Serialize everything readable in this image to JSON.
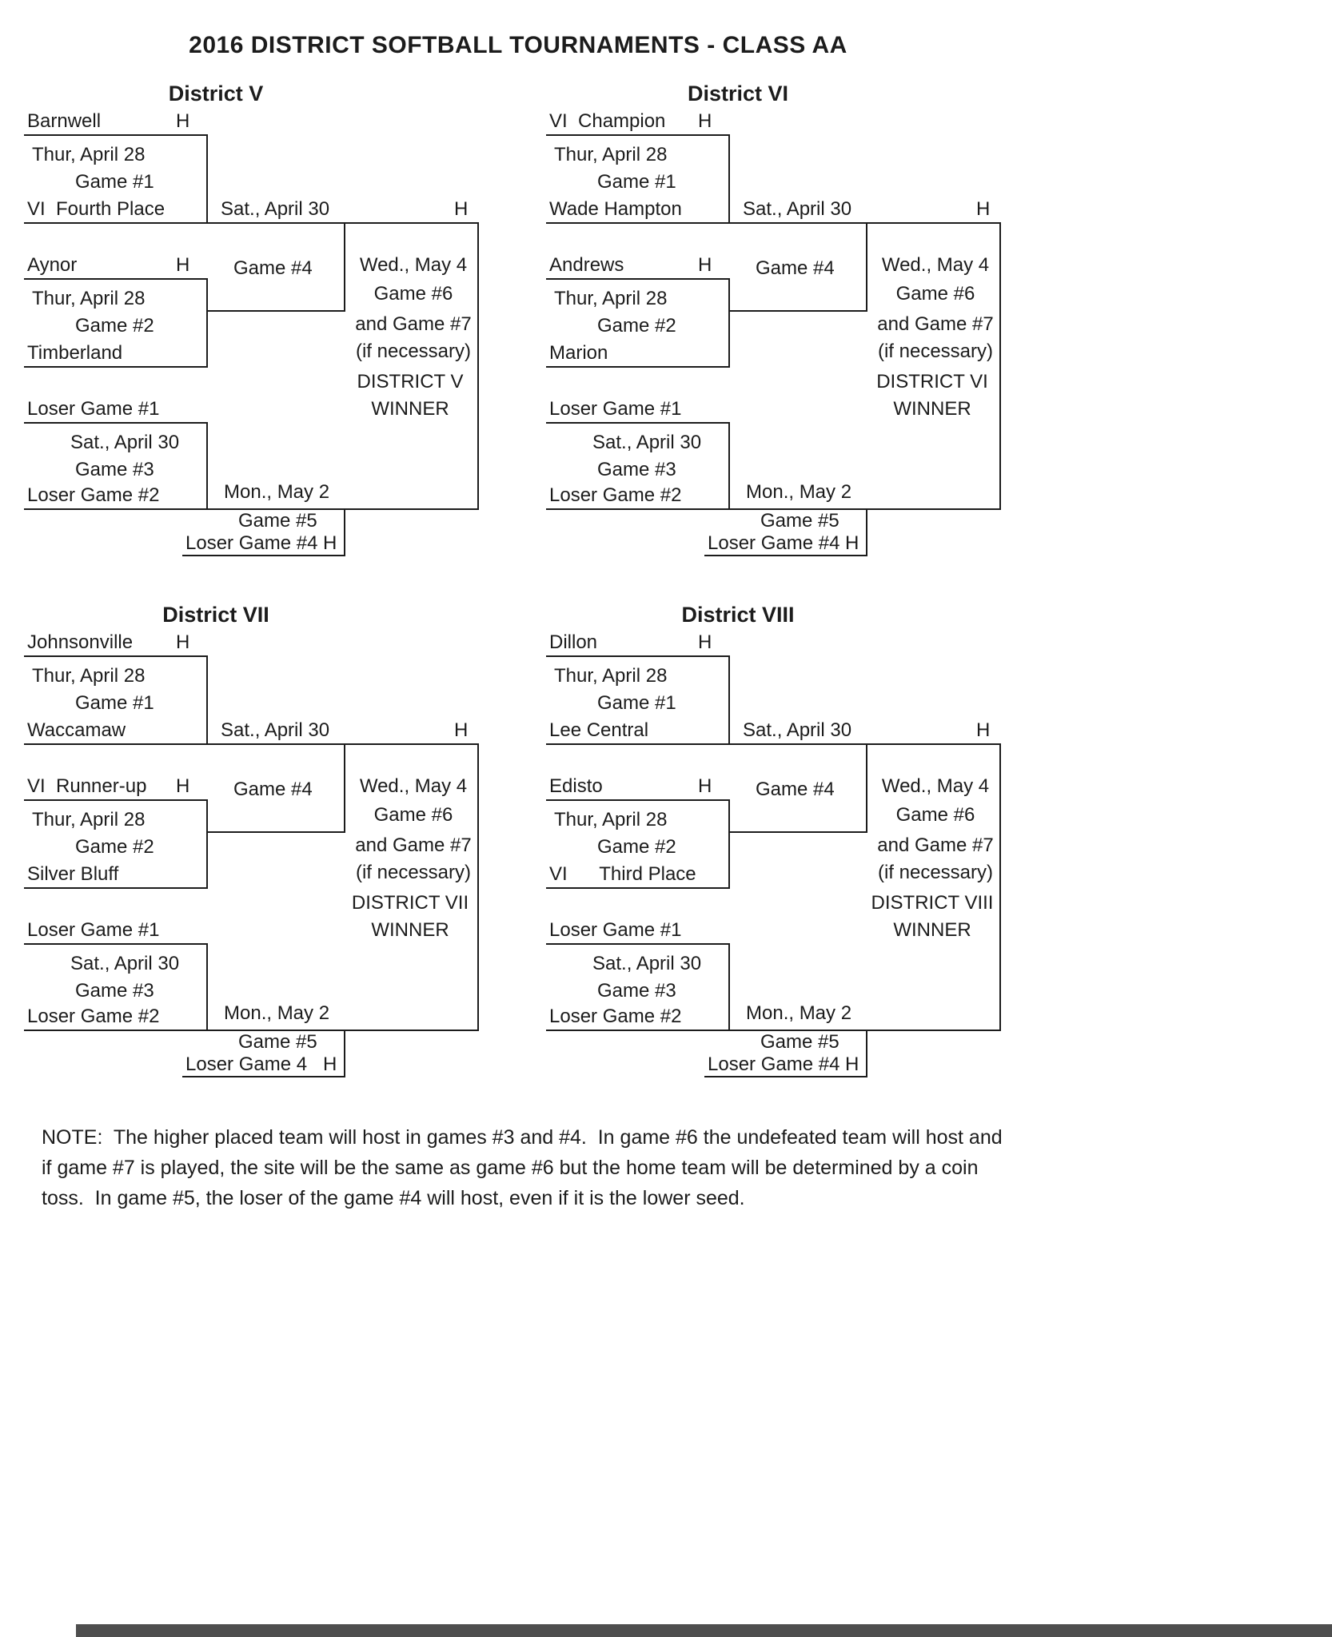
{
  "page_title": "2016 DISTRICT SOFTBALL TOURNAMENTS - CLASS AA",
  "note": "NOTE:  The higher placed team will host in games #3 and #4.  In game #6 the undefeated team will host and if game #7 is played, the site will be the same as game #6 but the home team will be determined by a coin toss.  In game #5, the loser of the game #4 will host, even if it is the lower seed.",
  "districts": [
    {
      "name": "District V",
      "game1": {
        "team_top": "Barnwell",
        "team_top_host": "H",
        "date": "Thur, April 28",
        "label": "Game #1",
        "team_bottom": "VI  Fourth Place"
      },
      "game2": {
        "team_top": "Aynor",
        "team_top_host": "H",
        "date": "Thur, April 28",
        "label": "Game #2",
        "team_bottom": "Timberland"
      },
      "game3": {
        "top": "Loser Game #1",
        "date": "Sat., April 30",
        "label": "Game #3",
        "bottom": "Loser Game #2"
      },
      "game4": {
        "date": "Sat., April 30",
        "label": "Game #4",
        "host": "H"
      },
      "game5": {
        "date": "Mon., May 2",
        "label": "Game #5",
        "host_team": "Loser Game #4",
        "host": "H"
      },
      "game6": {
        "date": "Wed., May 4",
        "label": "Game #6",
        "extra": "and Game #7",
        "condition": "(if necessary)",
        "winner_line1": "DISTRICT V",
        "winner_line2": "WINNER"
      }
    },
    {
      "name": "District VI",
      "game1": {
        "team_top": "VI  Champion",
        "team_top_host": "H",
        "date": "Thur, April 28",
        "label": "Game #1",
        "team_bottom": "Wade Hampton"
      },
      "game2": {
        "team_top": "Andrews",
        "team_top_host": "H",
        "date": "Thur, April 28",
        "label": "Game #2",
        "team_bottom": "Marion"
      },
      "game3": {
        "top": "Loser Game #1",
        "date": "Sat., April 30",
        "label": "Game #3",
        "bottom": "Loser Game #2"
      },
      "game4": {
        "date": "Sat., April 30",
        "label": "Game #4",
        "host": "H"
      },
      "game5": {
        "date": "Mon., May 2",
        "label": "Game #5",
        "host_team": "Loser Game #4",
        "host": "H"
      },
      "game6": {
        "date": "Wed., May 4",
        "label": "Game #6",
        "extra": "and Game #7",
        "condition": "(if necessary)",
        "winner_line1": "DISTRICT VI",
        "winner_line2": "WINNER"
      }
    },
    {
      "name": "District VII",
      "game1": {
        "team_top": "Johnsonville",
        "team_top_host": "H",
        "date": "Thur, April 28",
        "label": "Game #1",
        "team_bottom": "Waccamaw"
      },
      "game2": {
        "team_top": "VI  Runner-up",
        "team_top_host": "H",
        "date": "Thur, April 28",
        "label": "Game #2",
        "team_bottom": "Silver Bluff"
      },
      "game3": {
        "top": "Loser Game #1",
        "date": "Sat., April 30",
        "label": "Game #3",
        "bottom": "Loser Game #2"
      },
      "game4": {
        "date": "Sat., April 30",
        "label": "Game #4",
        "host": "H"
      },
      "game5": {
        "date": "Mon., May 2",
        "label": "Game #5",
        "host_team": "Loser Game 4",
        "host": "H"
      },
      "game6": {
        "date": "Wed., May 4",
        "label": "Game #6",
        "extra": "and Game #7",
        "condition": "(if necessary)",
        "winner_line1": "DISTRICT VII",
        "winner_line2": "WINNER"
      }
    },
    {
      "name": "District VIII",
      "game1": {
        "team_top": "Dillon",
        "team_top_host": "H",
        "date": "Thur, April 28",
        "label": "Game #1",
        "team_bottom": "Lee Central"
      },
      "game2": {
        "team_top": "Edisto",
        "team_top_host": "H",
        "date": "Thur, April 28",
        "label": "Game #2",
        "team_bottom": "VI      Third Place"
      },
      "game3": {
        "top": "Loser Game #1",
        "date": "Sat., April 30",
        "label": "Game #3",
        "bottom": "Loser Game #2"
      },
      "game4": {
        "date": "Sat., April 30",
        "label": "Game #4",
        "host": "H"
      },
      "game5": {
        "date": "Mon., May 2",
        "label": "Game #5",
        "host_team": "Loser Game #4",
        "host": "H"
      },
      "game6": {
        "date": "Wed., May 4",
        "label": "Game #6",
        "extra": "and Game #7",
        "condition": "(if necessary)",
        "winner_line1": "DISTRICT VIII",
        "winner_line2": "WINNER"
      }
    }
  ]
}
